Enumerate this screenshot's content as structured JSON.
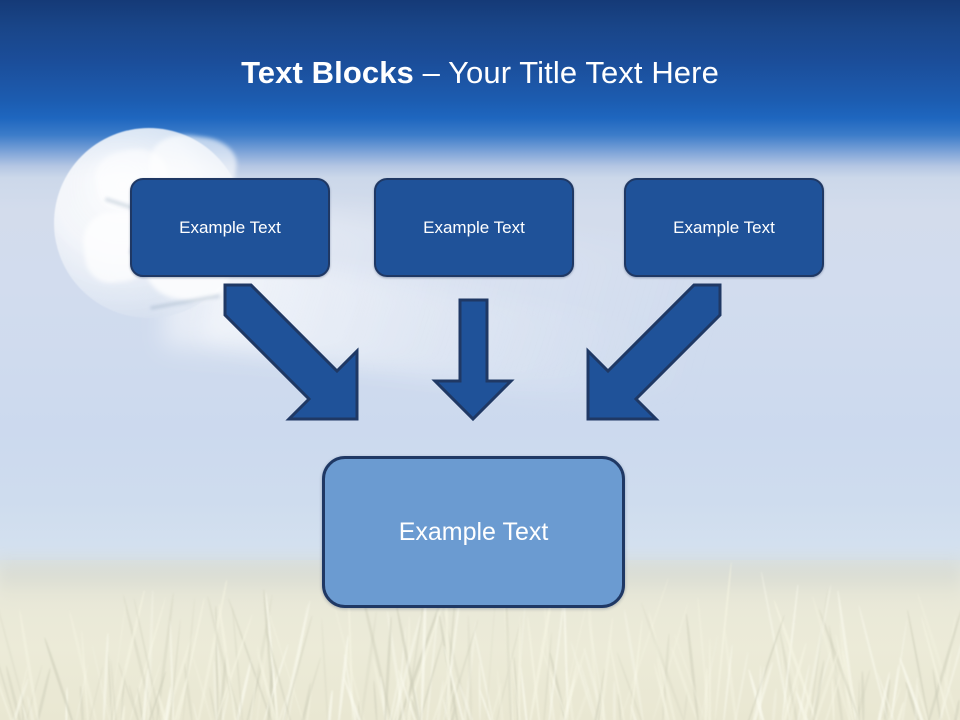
{
  "slide": {
    "title": {
      "bold_part": "Text Blocks ",
      "separator": "– ",
      "rest": "Your Title Text Here",
      "full": "Text Blocks – Your Title Text Here"
    },
    "background": {
      "theme": "soccer-ball-over-grass-field",
      "sky_top_color": "#153a77",
      "sky_mid_color": "#1e66bf",
      "sky_pale_color": "#ccd9ee",
      "grass_color": "#ece9da"
    },
    "colors": {
      "box_top_fill": "#1f5299",
      "box_bottom_fill": "#6b9bd1",
      "box_border": "#1f3864",
      "arrow_fill": "#1f5299",
      "arrow_border": "#1f3864",
      "text_on_box": "#ffffff",
      "title_text": "#ffffff"
    },
    "top_boxes": [
      {
        "label": "Example Text"
      },
      {
        "label": "Example Text"
      },
      {
        "label": "Example Text"
      }
    ],
    "bottom_box": {
      "label": "Example Text"
    },
    "arrows": [
      {
        "name": "arrow-left-diagonal",
        "direction": "down-right",
        "from_box": 0,
        "to_box": "bottom"
      },
      {
        "name": "arrow-middle-vertical",
        "direction": "down",
        "from_box": 1,
        "to_box": "bottom"
      },
      {
        "name": "arrow-right-diagonal",
        "direction": "down-left",
        "from_box": 2,
        "to_box": "bottom"
      }
    ]
  }
}
